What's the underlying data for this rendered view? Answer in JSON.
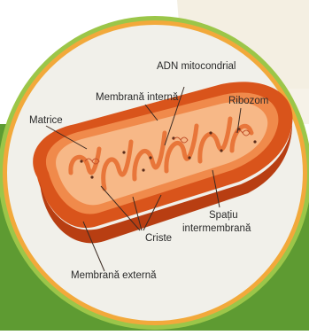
{
  "colors": {
    "background_green": "#5e9b32",
    "beige_card": "#f4efe2",
    "circle_fill": "#f1f0ea",
    "ring_outer": "#9bc649",
    "ring_inner": "#f2a93b",
    "outer_membrane": "#d9541b",
    "inner_membrane": "#f08a4b",
    "matrix": "#f7b887",
    "leader_line": "#3a2a22"
  },
  "labels": {
    "adn": "ADN mitocondrial",
    "membrana_interna": "Membrană internă",
    "ribozom": "Ribozom",
    "matrice": "Matrice",
    "spatiu_line1": "Spațiu",
    "spatiu_line2": "intermembrană",
    "criste": "Criste",
    "membrana_externa": "Membrană externă"
  }
}
